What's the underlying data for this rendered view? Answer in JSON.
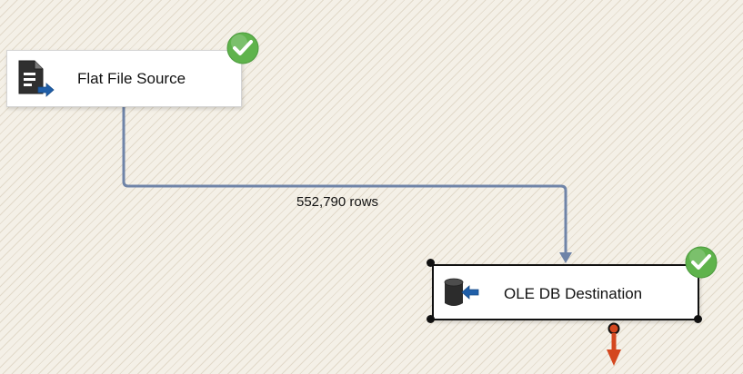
{
  "canvas": {
    "background": "#f4f0e7",
    "pattern": "diagonal-hatch"
  },
  "components": {
    "flat_file_source": {
      "label": "Flat File Source",
      "icon": "flat-file-source-icon",
      "status": "success-check"
    },
    "ole_db_destination": {
      "label": "OLE DB Destination",
      "icon": "ole-db-destination-icon",
      "status": "success-check",
      "selected": true
    }
  },
  "data_flow_path": {
    "label": "552,790 rows",
    "color": "#6f84a8"
  },
  "colors": {
    "success": "#5fb34c",
    "selection_handle": "#111111",
    "error_output": "#d4471f"
  }
}
